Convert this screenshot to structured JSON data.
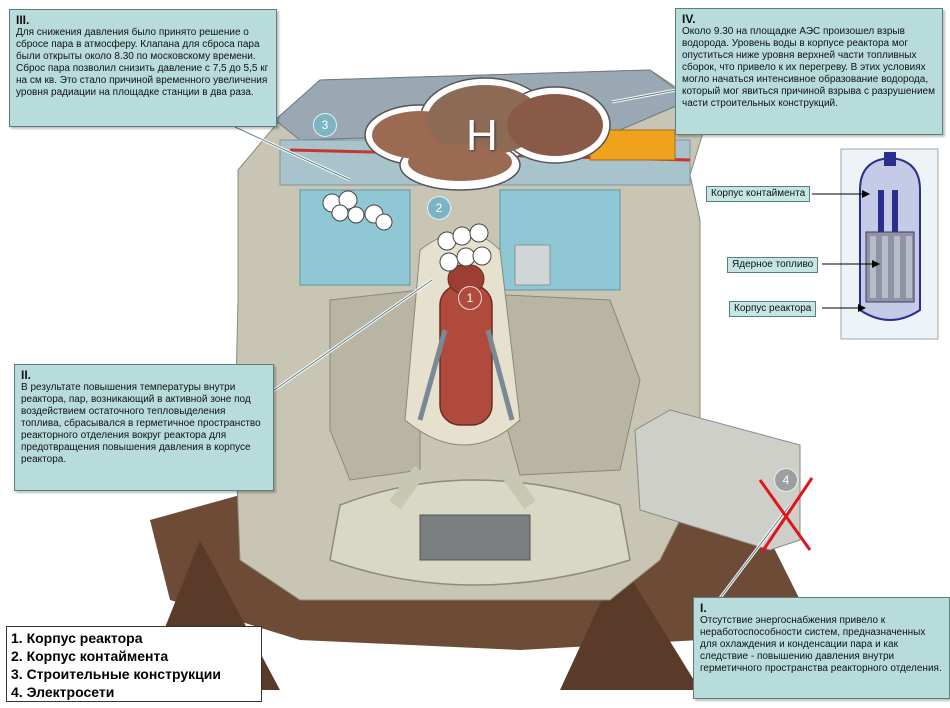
{
  "callouts": {
    "c3": {
      "heading": "III.",
      "text": "Для снижения давления было принято решение о сбросе пара в атмосферу. Клапана для сброса пара были открыты около 8.30 по московскому времени. Сброс пара позволил снизить давление с 7,5 до 5,5 кг на см кв. Это стало причиной временного увеличения уровня радиации на площадке станции в два раза."
    },
    "c4": {
      "heading": "IV.",
      "text": "Около 9.30 на площадке АЭС произошел взрыв водорода. Уровень воды в корпусе реактора мог опуститься ниже уровня верхней части топливных сборок, что привело к их перегреву. В этих условиях могло начаться интенсивное образование водорода, который мог явиться причиной взрыва с разрушением части строительных конструкций."
    },
    "c2": {
      "heading": "II.",
      "text": "В результате повышения температуры внутри реактора, пар, возникающий в активной зоне под воздействием остаточного тепловыделения  топлива, сбрасывался в герметичное пространство реакторного отделения вокруг реактора для предотвращения повышения давления в корпусе реактора."
    },
    "c1": {
      "heading": "I.",
      "text": "Отсутствие энергоснабжения привело к неработоспособности систем, предназначенных для охлаждения и конденсации пара и как следствие - повышению давления внутри герметичного пространства реакторного отделения."
    }
  },
  "schematic_labels": {
    "containment": "Корпус контаймента",
    "fuel": "Ядерное топливо",
    "vessel": "Корпус реактора"
  },
  "legend": [
    "1. Корпус реактора",
    "2. Корпус контаймента",
    "3. Строительные конструкции",
    "4. Электросети"
  ],
  "markers": {
    "m1": "1",
    "m2": "2",
    "m3": "3",
    "m4": "4"
  },
  "hydrogen_symbol": "H",
  "colors": {
    "callout_bg": "#b7dcdb",
    "reactor_red": "#b04a3c",
    "cross_red": "#e0141c",
    "concrete": "#c9c5b4",
    "pool_blue": "#8fc8d4",
    "torus": "#d9d8c4"
  }
}
